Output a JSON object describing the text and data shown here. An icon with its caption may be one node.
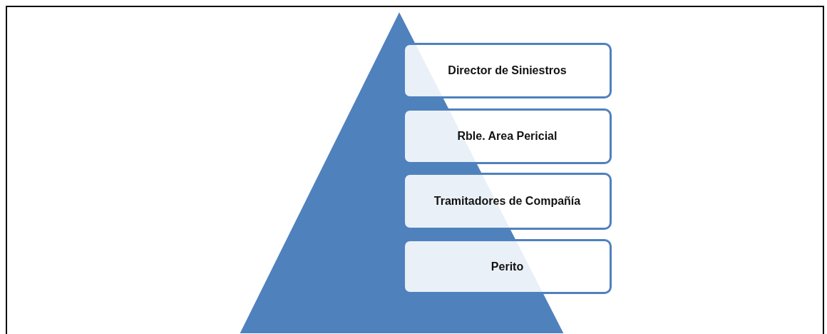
{
  "diagram": {
    "nodes": [
      {
        "text": [
          "Director de Siniestros"
        ]
      },
      {
        "text": [
          "Rble. Area Pericial"
        ]
      },
      {
        "text": [
          "Tramitadores de Compañía"
        ]
      },
      {
        "text": [
          "Perito"
        ]
      }
    ],
    "edges": []
  }
}
